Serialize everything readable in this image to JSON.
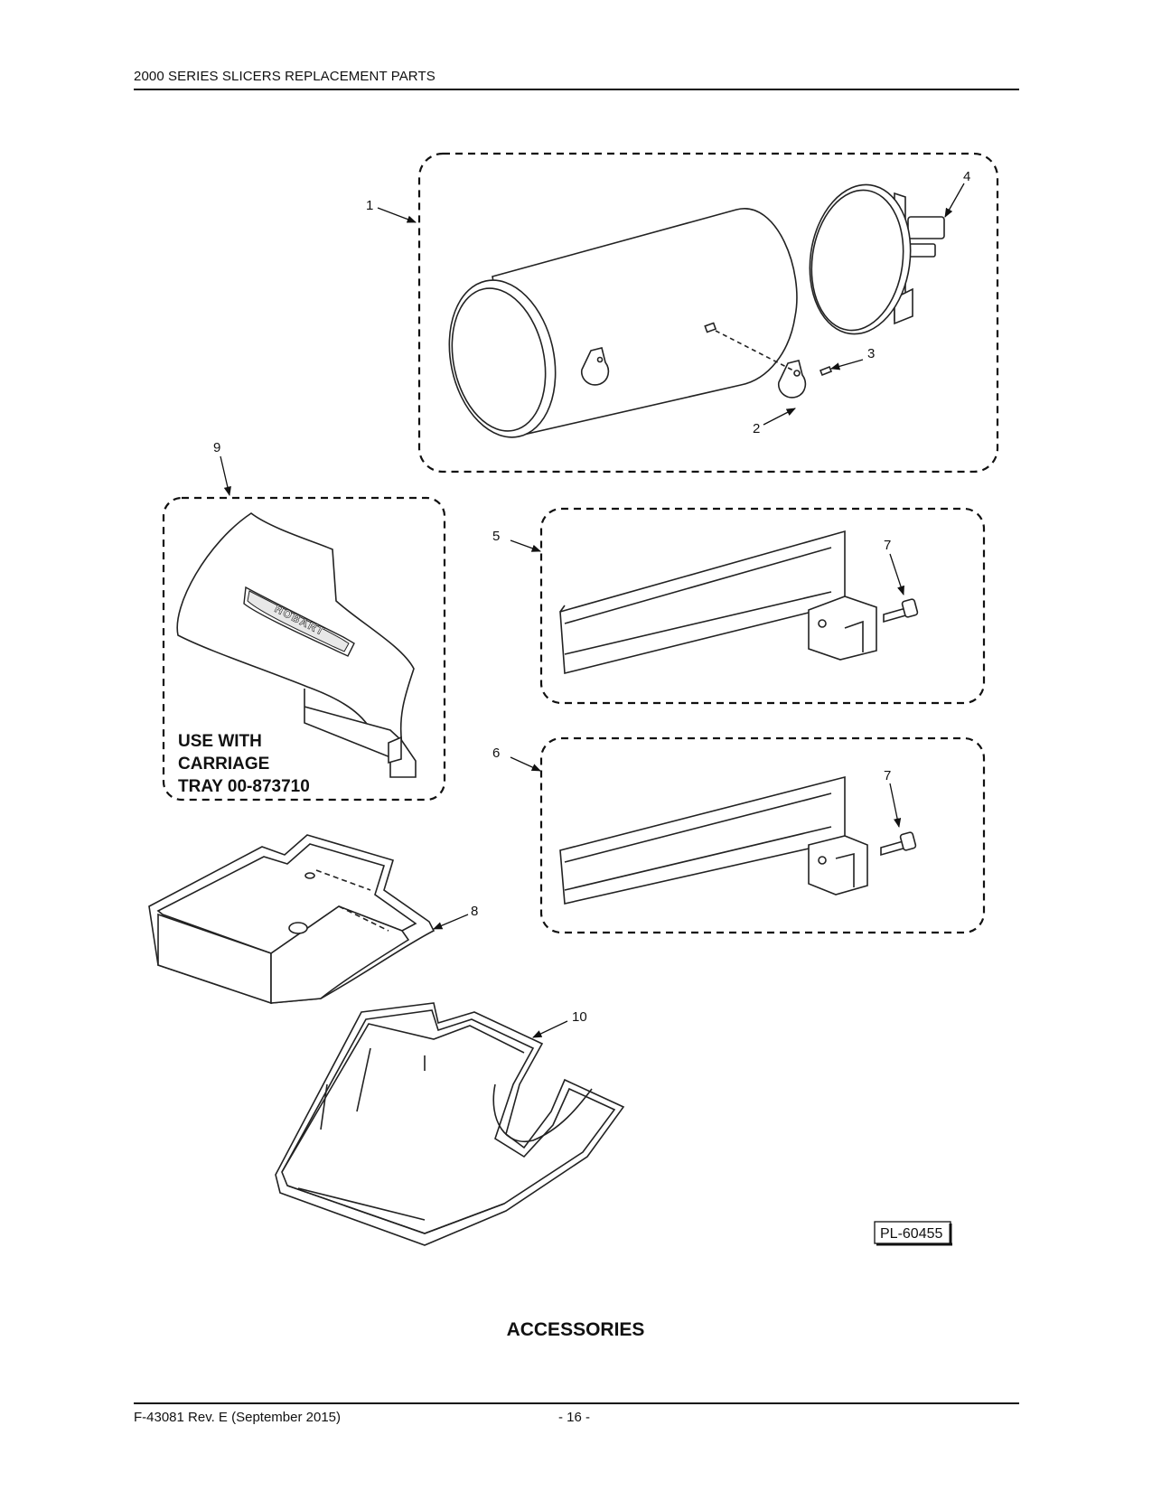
{
  "header": {
    "title": "2000 SERIES SLICERS REPLACEMENT PARTS"
  },
  "callouts": {
    "c1": "1",
    "c2": "2",
    "c3": "3",
    "c4": "4",
    "c5": "5",
    "c6": "6",
    "c7a": "7",
    "c7b": "7",
    "c8": "8",
    "c9": "9",
    "c10": "10"
  },
  "note": {
    "line1": "USE WITH",
    "line2": "CARRIAGE",
    "line3": "TRAY 00-873710"
  },
  "brand_logo": "HOBART",
  "reference_code": "PL-60455",
  "caption": "ACCESSORIES",
  "footer": {
    "doc_rev": "F-43081 Rev. E (September 2015)",
    "page": "- 16 -"
  }
}
